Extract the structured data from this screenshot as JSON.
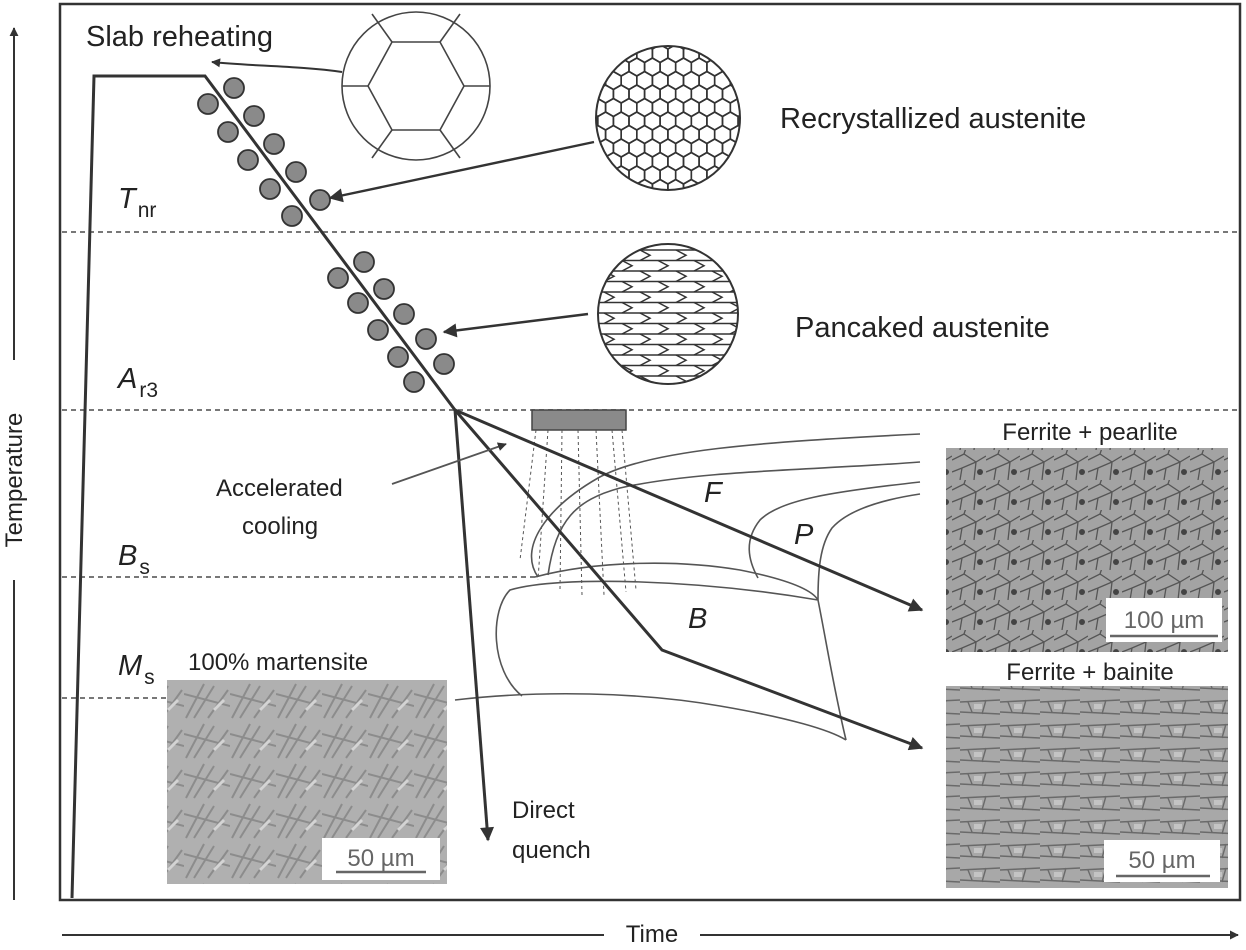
{
  "axes": {
    "x_label": "Time",
    "y_label": "Temperature"
  },
  "temperature_levels": [
    {
      "symbol": "T",
      "subscript": "nr"
    },
    {
      "symbol": "A",
      "subscript": "r3"
    },
    {
      "symbol": "B",
      "subscript": "s"
    },
    {
      "symbol": "M",
      "subscript": "s"
    }
  ],
  "process_labels": {
    "slab_reheating": "Slab reheating",
    "recrystallized": "Recrystallized austenite",
    "pancaked": "Pancaked austenite",
    "accelerated_line1": "Accelerated",
    "accelerated_line2": "cooling",
    "direct_line1": "Direct",
    "direct_line2": "quench"
  },
  "phase_regions": {
    "ferrite": "F",
    "pearlite": "P",
    "bainite": "B"
  },
  "micrographs": [
    {
      "id": "martensite",
      "caption": "100% martensite",
      "scale_bar": "50 µm",
      "tone": "#a9a9a9"
    },
    {
      "id": "ferrite-pearlite",
      "caption": "Ferrite + pearlite",
      "scale_bar": "100 µm",
      "tone": "#9e9e9e"
    },
    {
      "id": "ferrite-bainite",
      "caption": "Ferrite + bainite",
      "scale_bar": "50 µm",
      "tone": "#a4a4a4"
    }
  ],
  "colors": {
    "line": "#333333",
    "roller": "#8a8a8a",
    "dashed": "#666666"
  }
}
